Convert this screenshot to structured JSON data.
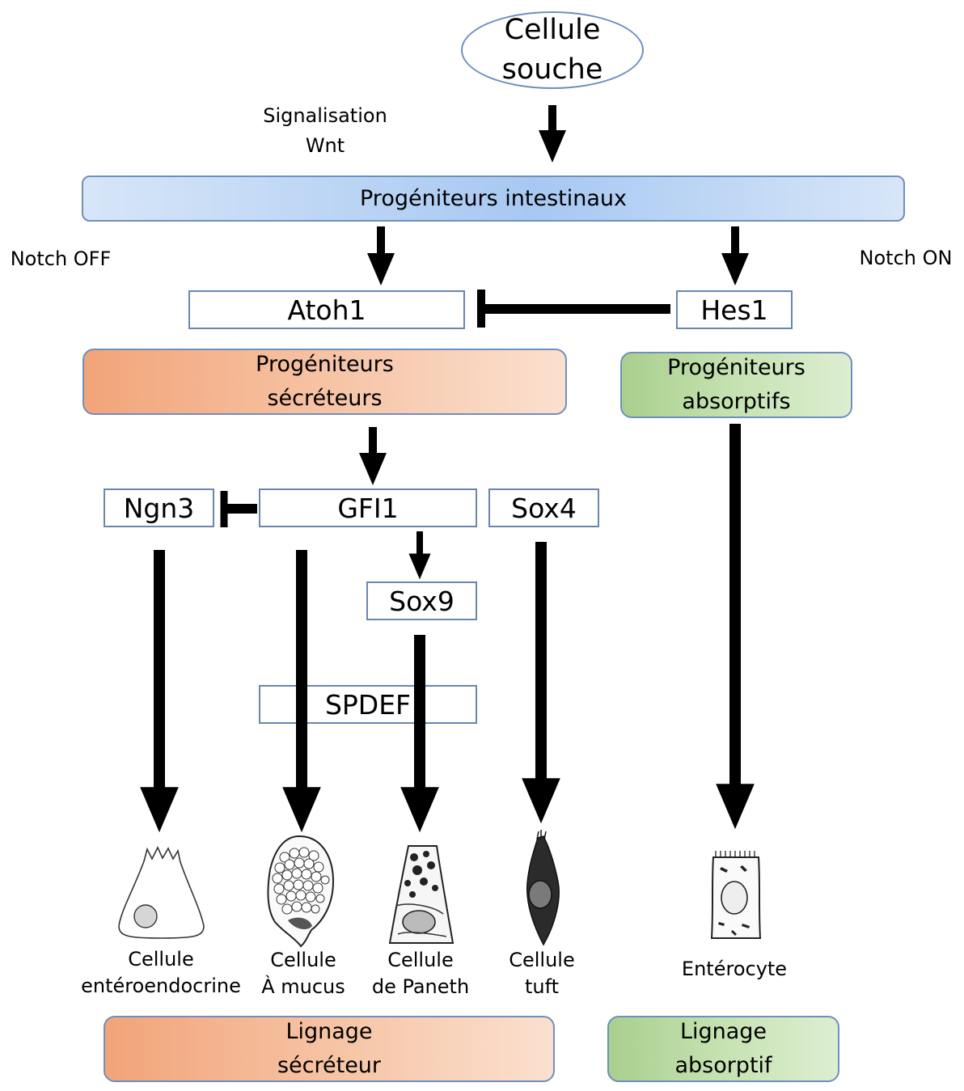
{
  "stem_cell": {
    "line1": "Cellule",
    "line2": "souche"
  },
  "wnt_label": {
    "line1": "Signalisation",
    "line2": "Wnt"
  },
  "intestinal_progenitors": "Progéniteurs intestinaux",
  "notch_off": "Notch OFF",
  "notch_on": "Notch ON",
  "atoh1": "Atoh1",
  "hes1": "Hes1",
  "secretory_progenitors": {
    "line1": "Progéniteurs",
    "line2": "sécréteurs"
  },
  "absorptive_progenitors": {
    "line1": "Progéniteurs",
    "line2": "absorptifs"
  },
  "ngn3": "Ngn3",
  "gfi1": "GFI1",
  "sox4": "Sox4",
  "sox9": "Sox9",
  "spdef": "SPDEF",
  "cells": {
    "enteroendocrine": {
      "line1": "Cellule",
      "line2": "entéroendocrine"
    },
    "mucus": {
      "line1": "Cellule",
      "line2": "À mucus"
    },
    "paneth": {
      "line1": "Cellule",
      "line2": "de Paneth"
    },
    "tuft": {
      "line1": "Cellule",
      "line2": "tuft"
    },
    "enterocyte": "Entérocyte"
  },
  "secretory_lineage": {
    "line1": "Lignage",
    "line2": "sécréteur"
  },
  "absorptive_lineage": {
    "line1": "Lignage",
    "line2": "absorptif"
  },
  "colors": {
    "box_border": "#6f8fbf",
    "intestinal": "#a7c8f2",
    "secretory": "#f2a479",
    "absorptive": "#a9cf8e",
    "arrow": "#000000"
  }
}
